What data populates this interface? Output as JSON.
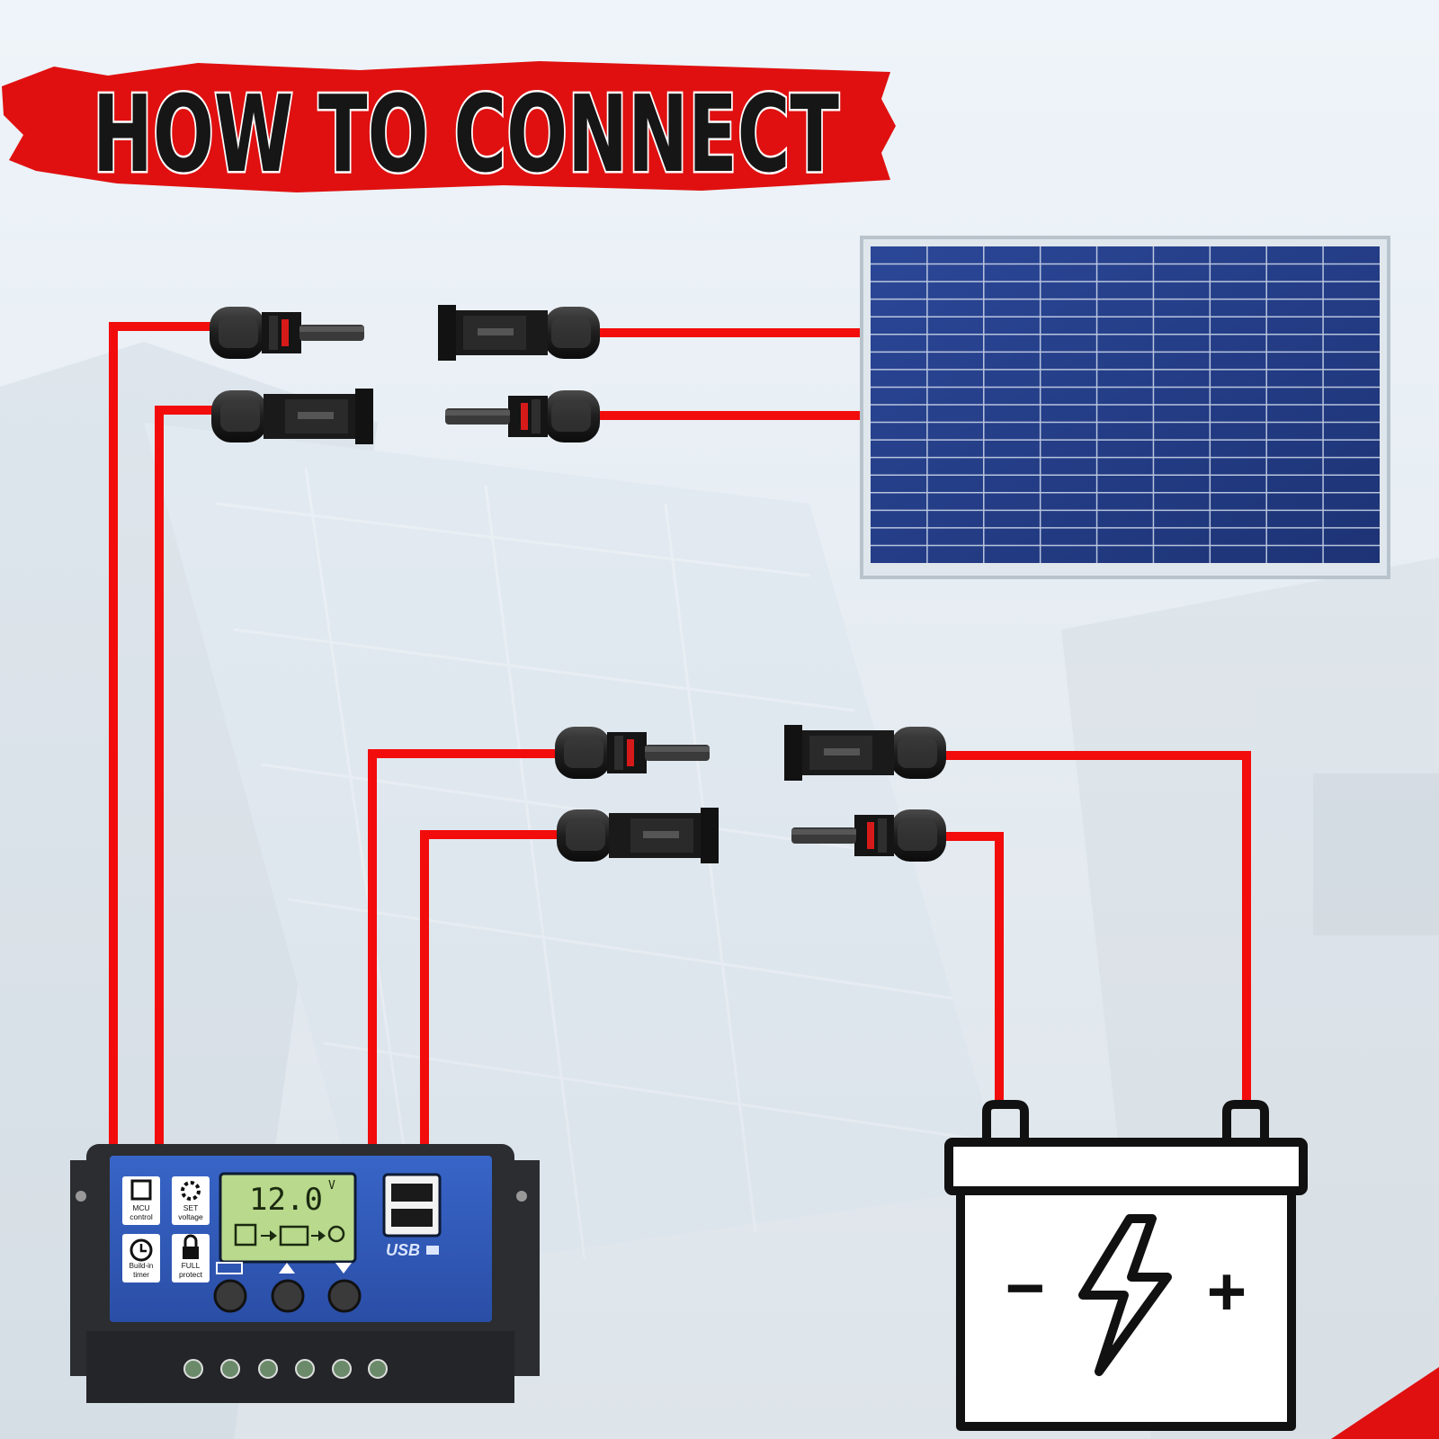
{
  "title": "HOW TO CONNECT",
  "colors": {
    "wire": "#f20c0c",
    "banner": "#e01010",
    "panel_cell": "#243d86",
    "controller_face": "#2f56b8",
    "controller_body": "#2b2d30",
    "lcd": "#b9d98c",
    "battery_outline": "#111111"
  },
  "controller": {
    "icons": [
      {
        "icon": "chip-icon",
        "label_line1": "MCU",
        "label_line2": "control"
      },
      {
        "icon": "gear-icon",
        "label_line1": "SET",
        "label_line2": "voltage"
      },
      {
        "icon": "clock-icon",
        "label_line1": "Build-in",
        "label_line2": "timer"
      },
      {
        "icon": "lock-icon",
        "label_line1": "FULL",
        "label_line2": "protect"
      }
    ],
    "lcd_reading": "12.0",
    "lcd_unit": "V",
    "usb_label": "USB",
    "buttons": [
      "menu-button",
      "up-button",
      "down-button"
    ]
  },
  "battery": {
    "negative_symbol": "−",
    "positive_symbol": "+"
  },
  "connectors": [
    {
      "icon": "mc4-female-connector-icon"
    },
    {
      "icon": "mc4-male-connector-icon"
    }
  ]
}
